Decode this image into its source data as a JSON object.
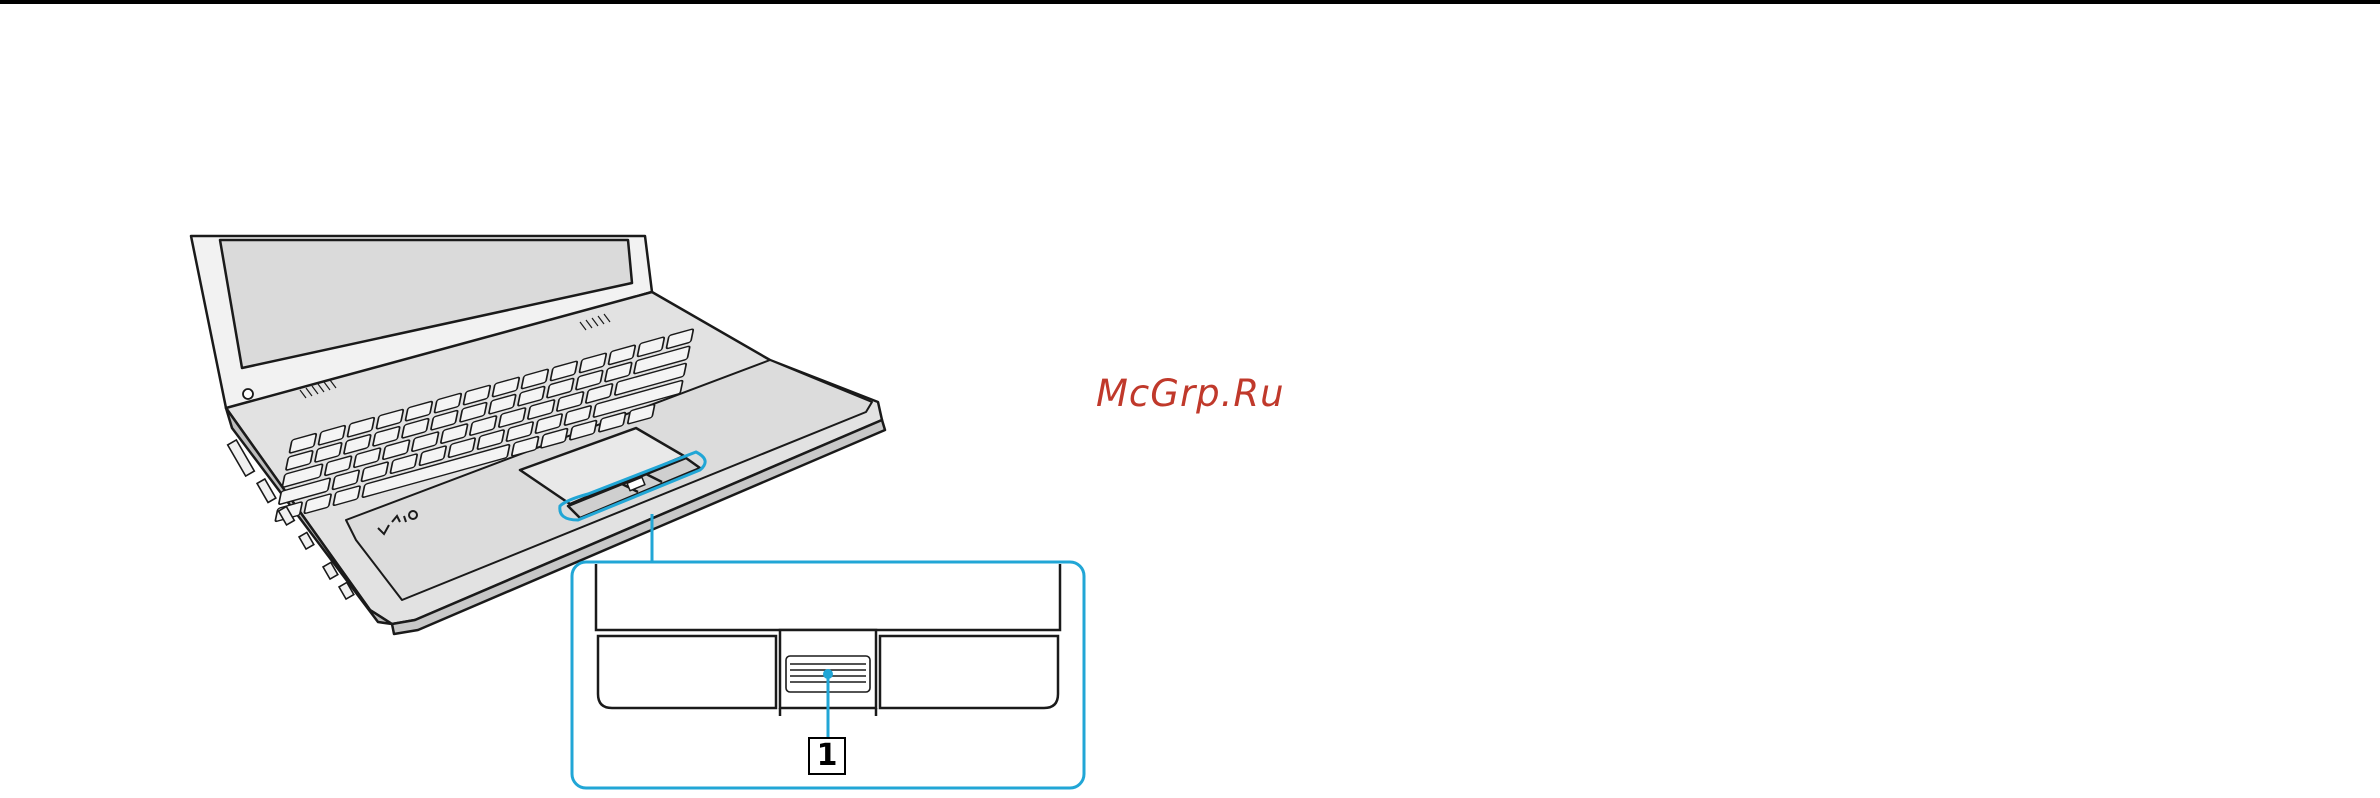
{
  "watermark": {
    "text": "McGrp.Ru",
    "color": "#c0392b"
  },
  "callouts": [
    {
      "label": "1",
      "target": "fingerprint-sensor"
    }
  ],
  "colors": {
    "highlight": "#21a6d6",
    "outline": "#1a1a1a",
    "body_fill": "#e2e2e2",
    "screen_fill": "#dadada"
  },
  "icons": [
    "laptop",
    "touch-pad",
    "fingerprint-sensor",
    "vaio-logo"
  ]
}
